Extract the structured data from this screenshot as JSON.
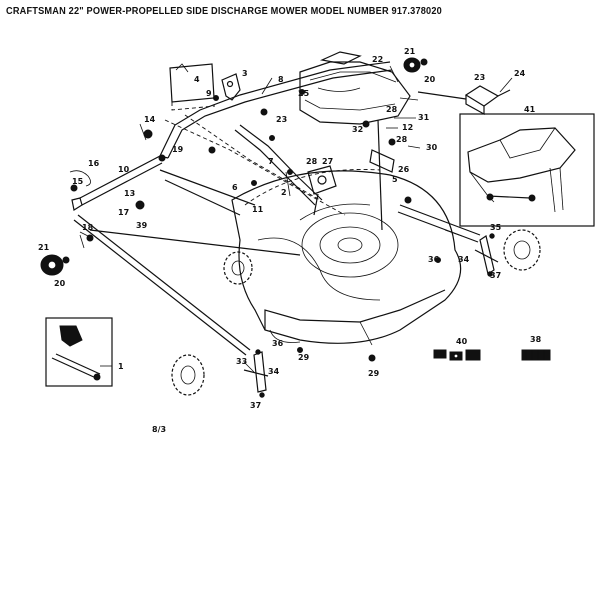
{
  "title": "CRAFTSMAN 22\" POWER-PROPELLED SIDE DISCHARGE MOWER MODEL NUMBER 917.378020",
  "page_ref": "8/3",
  "part_labels": {
    "p1": "1",
    "p2": "2",
    "p3": "3",
    "p4": "4",
    "p5": "5",
    "p6": "6",
    "p7": "7",
    "p8": "8",
    "p9": "9",
    "p10": "10",
    "p11": "11",
    "p12": "12",
    "p13": "13",
    "p14": "14",
    "p15": "15",
    "p16": "16",
    "p17": "17",
    "p18": "18",
    "p19": "19",
    "p20": "20",
    "p21": "21",
    "p22": "22",
    "p23": "23",
    "p24": "24",
    "p25": "25",
    "p26": "26",
    "p27": "27",
    "p28": "28",
    "p29": "29",
    "p30": "30",
    "p31": "31",
    "p32": "32",
    "p33": "33",
    "p34": "34",
    "p35": "35",
    "p36": "36",
    "p37": "37",
    "p38": "38",
    "p39": "39",
    "p40": "40",
    "p41": "41"
  }
}
